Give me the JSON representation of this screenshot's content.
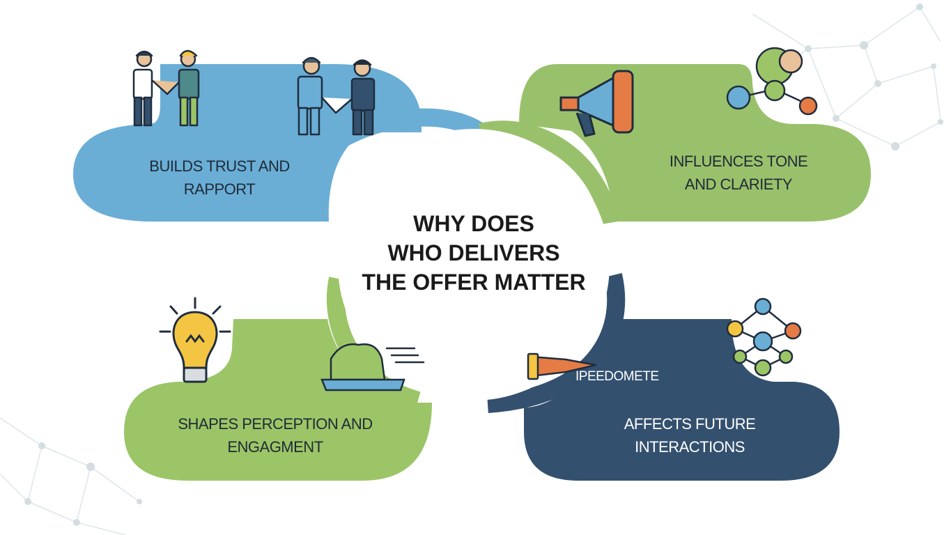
{
  "title": {
    "lines": [
      "WHY DOES",
      "WHO DELIVERS",
      "THE OFFER MATTER"
    ]
  },
  "segments": [
    {
      "id": "trust",
      "lines": [
        "BUILDS TRUST AND",
        "RAPPORT"
      ],
      "color": "#6aaed6",
      "icons": [
        "handshake-icon",
        "business-handshake-icon"
      ]
    },
    {
      "id": "tone",
      "lines": [
        "INFLUENCES TONE",
        "AND CLARIETY"
      ],
      "color": "#99c16b",
      "icons": [
        "megaphone-icon",
        "audience-network-icon"
      ]
    },
    {
      "id": "perception",
      "lines": [
        "SHAPES PERCEPTION AND",
        "ENGAGMENT"
      ],
      "color": "#9cc567",
      "icons": [
        "lightbulb-icon",
        "speeding-shape-icon"
      ]
    },
    {
      "id": "future",
      "lines": [
        "AFFECTS FUTURE",
        "INTERACTIONS"
      ],
      "color": "#33506e",
      "icons": [
        "rocket-icon",
        "people-network-icon"
      ]
    }
  ],
  "stray_text": "IPEEDOMETE",
  "colors": {
    "blue": "#6aaed6",
    "green": "#99c16b",
    "navy": "#33506e",
    "outline": "#1f2d3d",
    "orange": "#e57b45",
    "yellow": "#f4c542"
  }
}
